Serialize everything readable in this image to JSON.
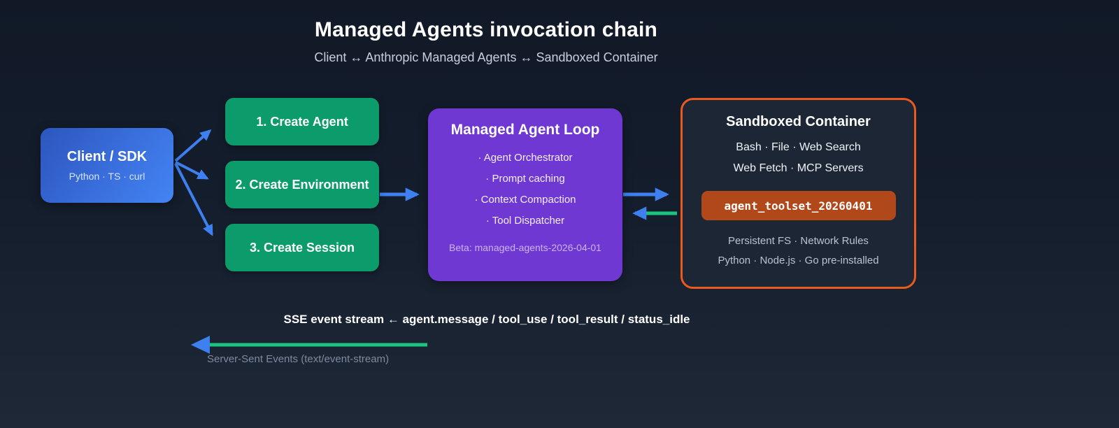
{
  "header": {
    "title": "Managed Agents invocation chain",
    "subtitle": "Client ↔ Anthropic Managed Agents ↔ Sandboxed Container"
  },
  "client": {
    "title": "Client / SDK",
    "subtitle": "Python · TS · curl"
  },
  "steps": [
    {
      "label": "1. Create Agent"
    },
    {
      "label": "2. Create Environment"
    },
    {
      "label": "3. Create Session"
    }
  ],
  "loop": {
    "title": "Managed Agent Loop",
    "items": [
      "· Agent Orchestrator",
      "· Prompt caching",
      "· Context Compaction",
      "· Tool Dispatcher"
    ],
    "beta": "Beta: managed-agents-2026-04-01"
  },
  "sandbox": {
    "title": "Sandboxed Container",
    "tools_line1": "Bash · File · Web Search",
    "tools_line2": "Web Fetch · MCP Servers",
    "badge": "agent_toolset_20260401",
    "specs_line1": "Persistent FS · Network Rules",
    "specs_line2": "Python · Node.js · Go pre-installed"
  },
  "sse": {
    "label": "SSE event stream ← agent.message / tool_use / tool_result / status_idle",
    "caption": "Server-Sent Events (text/event-stream)"
  },
  "colors": {
    "background_top": "#111927",
    "background_bottom": "#1e2836",
    "arrow_blue": "#3e80f0",
    "arrow_green": "#1cc57f",
    "step_green": "#0c9c6c",
    "loop_purple": "#7038d2",
    "client_blue_start": "#2c56be",
    "client_blue_end": "#4384f4",
    "sandbox_border_orange": "#ea5a1e",
    "badge_orange": "#b0481a"
  }
}
